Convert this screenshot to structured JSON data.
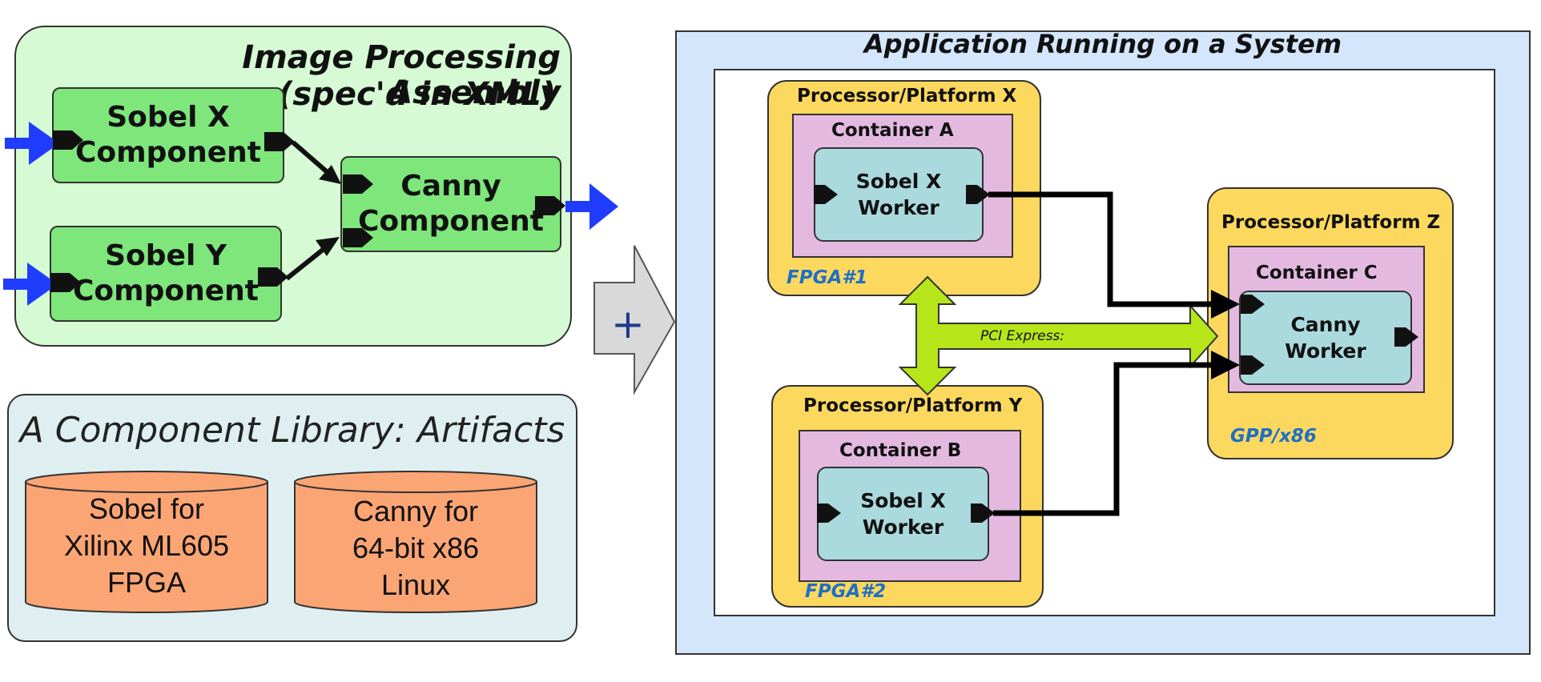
{
  "assembly": {
    "title_line1": "Image Processing Assembly",
    "title_line2": "(spec'd in XML)",
    "sobel_x": [
      "Sobel X",
      "Component"
    ],
    "sobel_y": [
      "Sobel Y",
      "Component"
    ],
    "canny": [
      "Canny",
      "Component"
    ]
  },
  "library": {
    "title": "A Component Library: Artifacts",
    "artifacts": [
      [
        "Sobel for",
        "Xilinx ML605",
        "FPGA"
      ],
      [
        "Canny for",
        "64-bit x86",
        "Linux"
      ]
    ]
  },
  "plus_symbol": "+",
  "system": {
    "title": "Application Running on a System",
    "platform_x": {
      "title": "Processor/Platform X",
      "container": "Container A",
      "worker": [
        "Sobel X",
        "Worker"
      ],
      "tag": "FPGA#1"
    },
    "platform_y": {
      "title": "Processor/Platform Y",
      "container": "Container B",
      "worker": [
        "Sobel X",
        "Worker"
      ],
      "tag": "FPGA#2"
    },
    "platform_z": {
      "title": "Processor/Platform Z",
      "container": "Container C",
      "worker": [
        "Canny",
        "Worker"
      ],
      "tag": "GPP/x86"
    },
    "bus_label": "PCI Express:"
  },
  "colors": {
    "assembly_bg": "#d6fad3",
    "component_fill": "#7ee67a",
    "library_bg": "#dfeff1",
    "artifact_fill": "#fba574",
    "system_bg": "#d3e6fb",
    "platform_fill": "#fdd85e",
    "container_fill": "#e4b9e0",
    "worker_fill": "#aad9de",
    "bus_fill": "#b6e61a",
    "input_arrow": "#1f3cff",
    "tag_text": "#1f6fc5"
  }
}
